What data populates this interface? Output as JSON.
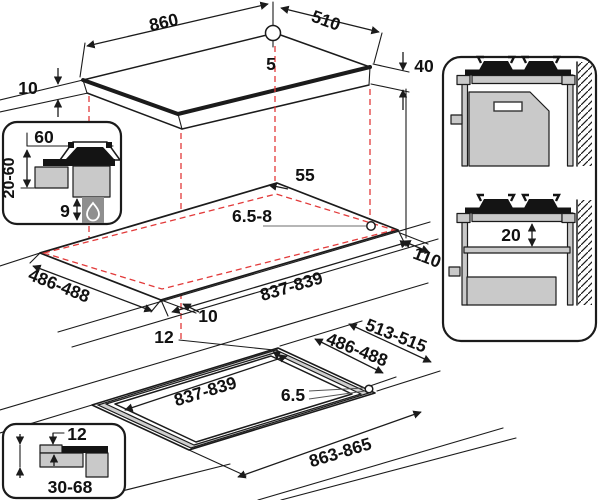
{
  "labels": {
    "top": {
      "width": "860",
      "depth": "510",
      "hole": "5",
      "thickness": "40",
      "lip": "10"
    },
    "burner_inset": {
      "width": "60",
      "range": "20-60",
      "gas": "9"
    },
    "cutout": {
      "back": "55",
      "hole": "6.5-8",
      "side": "110",
      "length": "837-839",
      "depth": "486-488",
      "front": "10",
      "front2": "12"
    },
    "panel": {
      "gap": "20"
    },
    "flush": {
      "outer_depth": "513-515",
      "depth": "486-488",
      "length": "837-839",
      "hole": "6.5",
      "outer_length": "863-865"
    },
    "edge_inset": {
      "step": "12",
      "thickness": "30-68"
    }
  },
  "colors": {
    "line": "#1b1b1b",
    "dashed_red": "#e23a3a",
    "fill_light": "#c9c9c9",
    "fill_dark": "#8f8f8f"
  }
}
